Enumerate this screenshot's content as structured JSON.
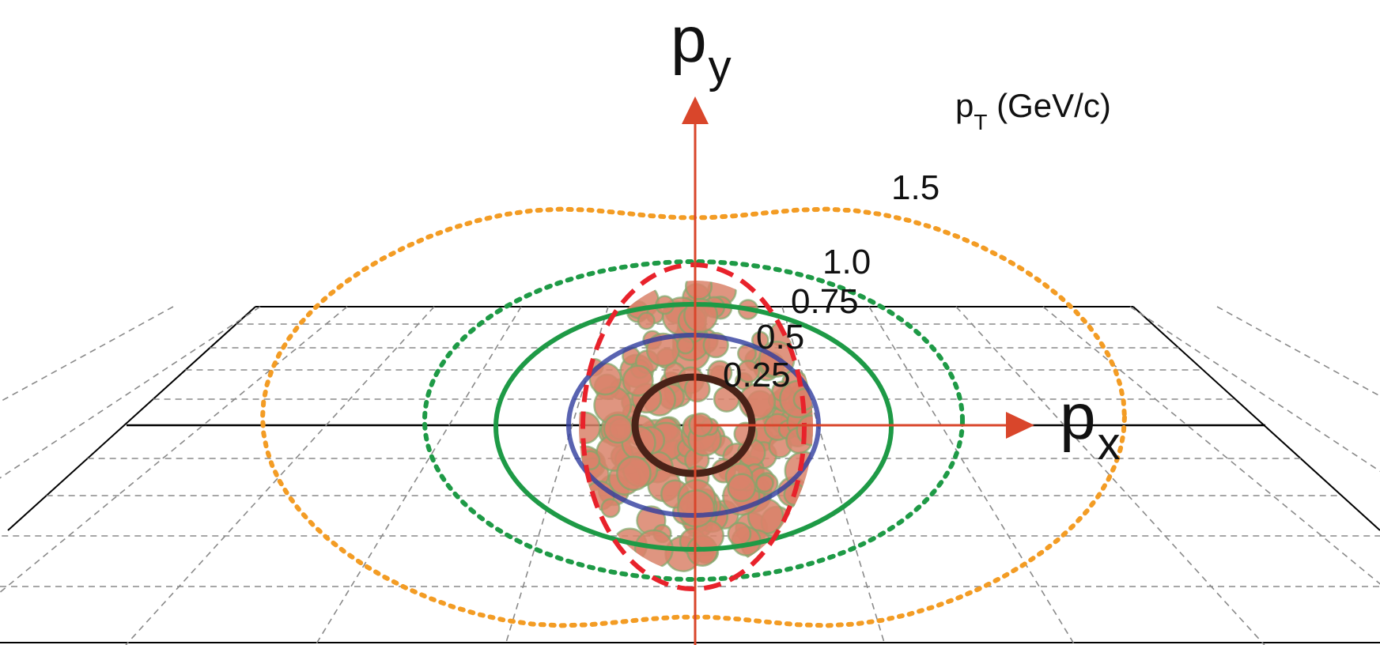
{
  "axes": {
    "x_label_main": "p",
    "x_label_sub": "x",
    "y_label_main": "p",
    "y_label_sub": "y",
    "arrow_color": "#d9462b"
  },
  "legend": {
    "title_main": "p",
    "title_sub": "T",
    "title_rest": " (GeV/c)"
  },
  "contours": [
    {
      "label": "1.5",
      "color": "#f39c24",
      "style": "dotted"
    },
    {
      "label": "1.0",
      "color": "#1e9a46",
      "style": "dotted"
    },
    {
      "label": "0.75",
      "color": "#1e9a46",
      "style": "solid"
    },
    {
      "label": "0.5",
      "color": "#2f3c9e",
      "style": "solid"
    },
    {
      "label": "0.25",
      "color": "#4a2218",
      "style": "solid"
    }
  ],
  "source_overlay": {
    "color": "#e8222b",
    "style": "dashed"
  },
  "blob_colors": {
    "fill": "#d9826a",
    "edge": "#7fa86b"
  }
}
